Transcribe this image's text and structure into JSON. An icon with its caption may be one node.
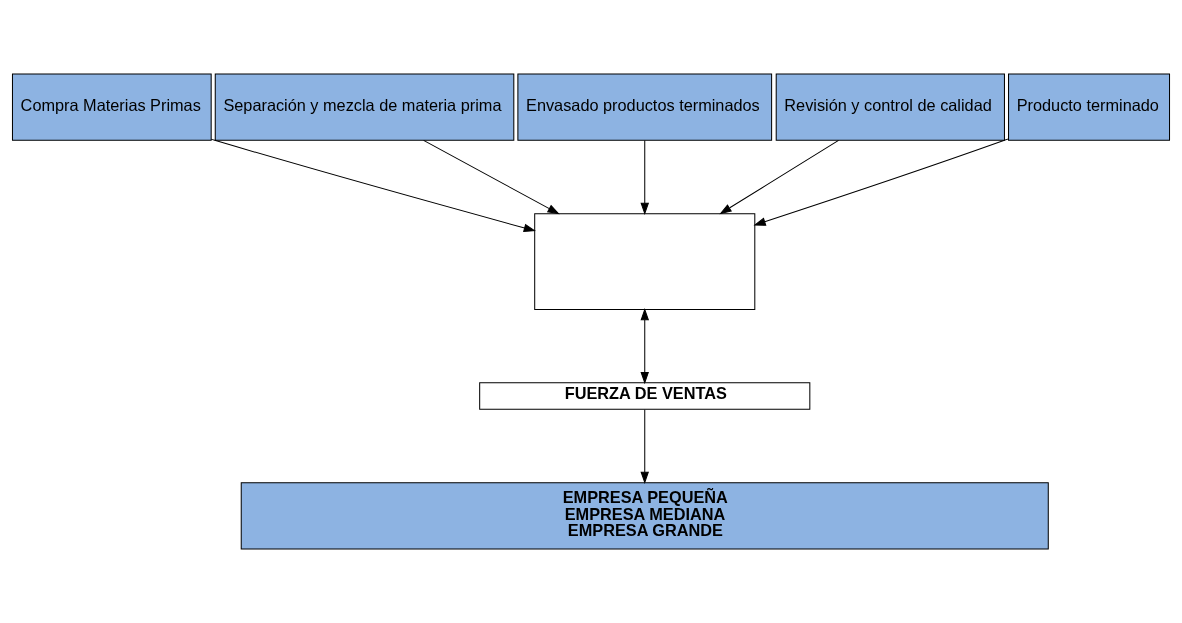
{
  "diagram": {
    "nodes": [
      {
        "text": [
          "Compra Materias Primas"
        ]
      },
      {
        "text": [
          "Separación y mezcla de materia prima"
        ]
      },
      {
        "text": [
          "Envasado productos terminados"
        ]
      },
      {
        "text": [
          "Revisión y control de calidad"
        ]
      },
      {
        "text": [
          "Producto terminado"
        ]
      },
      {
        "text": [],
        "shape": "box"
      },
      {
        "text": [
          "FUERZA DE VENTAS"
        ]
      },
      {
        "text": [
          "EMPRESA PEQUEÑA",
          "EMPRESA MEDIANA",
          "EMPRESA GRANDE"
        ]
      }
    ],
    "edges": [
      {
        "from": 0,
        "to": 5,
        "arrow": "to"
      },
      {
        "from": 1,
        "to": 5,
        "arrow": "to"
      },
      {
        "from": 2,
        "to": 5,
        "arrow": "to"
      },
      {
        "from": 3,
        "to": 5,
        "arrow": "to"
      },
      {
        "from": 4,
        "to": 5,
        "arrow": "to"
      },
      {
        "from": 5,
        "to": 6,
        "arrow": "both"
      },
      {
        "from": 6,
        "to": 7,
        "arrow": "to"
      }
    ]
  }
}
